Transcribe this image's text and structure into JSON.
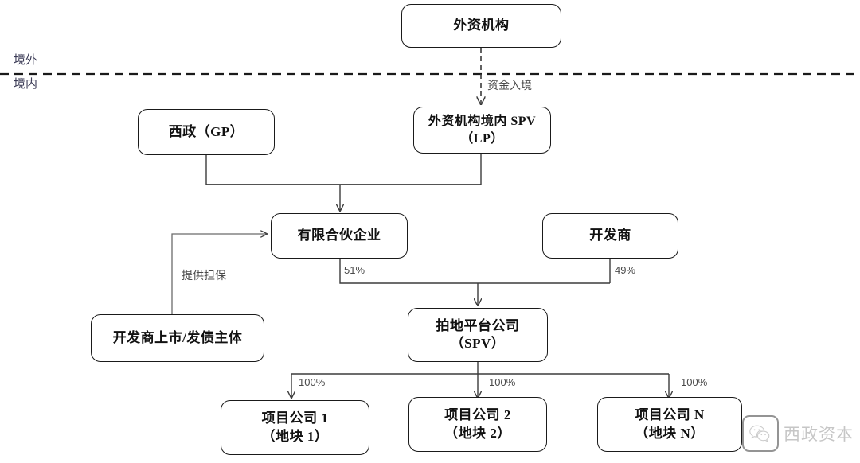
{
  "diagram": {
    "title_nodes": {
      "foreign_institution": {
        "line1": "外资机构"
      },
      "xizheng_gp": {
        "line1": "西政（GP）"
      },
      "foreign_spv_lp": {
        "line1": "外资机构境内 SPV",
        "line2": "（LP）"
      },
      "limited_partnership": {
        "line1": "有限合伙企业"
      },
      "developer": {
        "line1": "开发商"
      },
      "developer_listed_entity": {
        "line1": "开发商上市/发债主体"
      },
      "bidding_platform": {
        "line1": "拍地平台公司",
        "line2": "（SPV）"
      },
      "project_company_1": {
        "line1": "项目公司 1",
        "line2": "（地块 1）"
      },
      "project_company_2": {
        "line1": "项目公司 2",
        "line2": "（地块 2）"
      },
      "project_company_n": {
        "line1": "项目公司 N",
        "line2": "（地块 N）"
      }
    },
    "region_labels": {
      "offshore": "境外",
      "onshore": "境内"
    },
    "edge_labels": {
      "capital_inflow": "资金入境",
      "provide_guarantee": "提供担保",
      "lp_share": "51%",
      "developer_share": "49%",
      "project1_share": "100%",
      "project2_share": "100%",
      "projectn_share": "100%"
    },
    "watermark": {
      "text": "西政资本",
      "icon": "wechat-icon"
    },
    "colors": {
      "line": "#3b3b3b",
      "node_border": "#1a1a1a",
      "text": "#111111",
      "label_text": "#4a4a4a",
      "region_text": "#3a3a55",
      "background": "#ffffff"
    }
  }
}
